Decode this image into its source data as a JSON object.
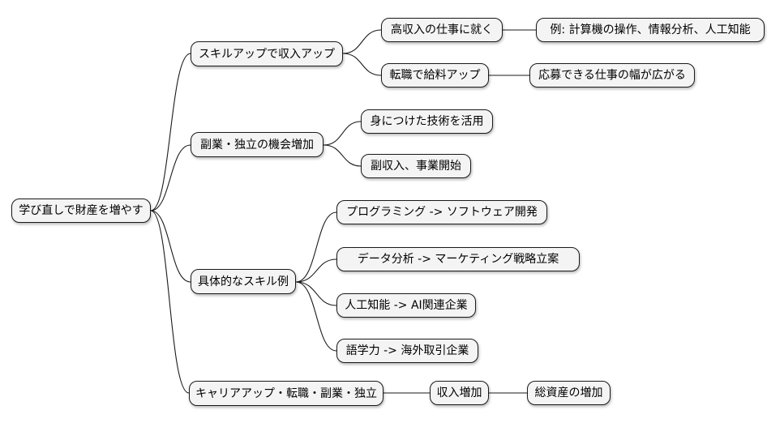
{
  "mindmap": {
    "type": "mindmap-left-to-right",
    "root": "学び直しで財産を増やす",
    "branches": [
      {
        "label": "スキルアップで収入アップ",
        "children": [
          {
            "label": "高収入の仕事に就く",
            "children": [
              {
                "label": "例: 計算機の操作、情報分析、人工知能"
              }
            ]
          },
          {
            "label": "転職で給料アップ",
            "children": [
              {
                "label": "応募できる仕事の幅が広がる"
              }
            ]
          }
        ]
      },
      {
        "label": "副業・独立の機会増加",
        "children": [
          {
            "label": "身につけた技術を活用"
          },
          {
            "label": "副収入、事業開始"
          }
        ]
      },
      {
        "label": "具体的なスキル例",
        "children": [
          {
            "label": "プログラミング -> ソフトウェア開発"
          },
          {
            "label": "データ分析 -> マーケティング戦略立案"
          },
          {
            "label": "人工知能 -> AI関連企業"
          },
          {
            "label": "語学力 -> 海外取引企業"
          }
        ]
      },
      {
        "label": "キャリアアップ・転職・副業・独立",
        "children": [
          {
            "label": "収入増加",
            "children": [
              {
                "label": "総資産の増加"
              }
            ]
          }
        ]
      }
    ],
    "colors": {
      "background": "#ffffff",
      "node_fill": "#f4f4f4",
      "node_border": "#1a1a1a",
      "edge": "#1a1a1a",
      "text": "#000000"
    }
  }
}
